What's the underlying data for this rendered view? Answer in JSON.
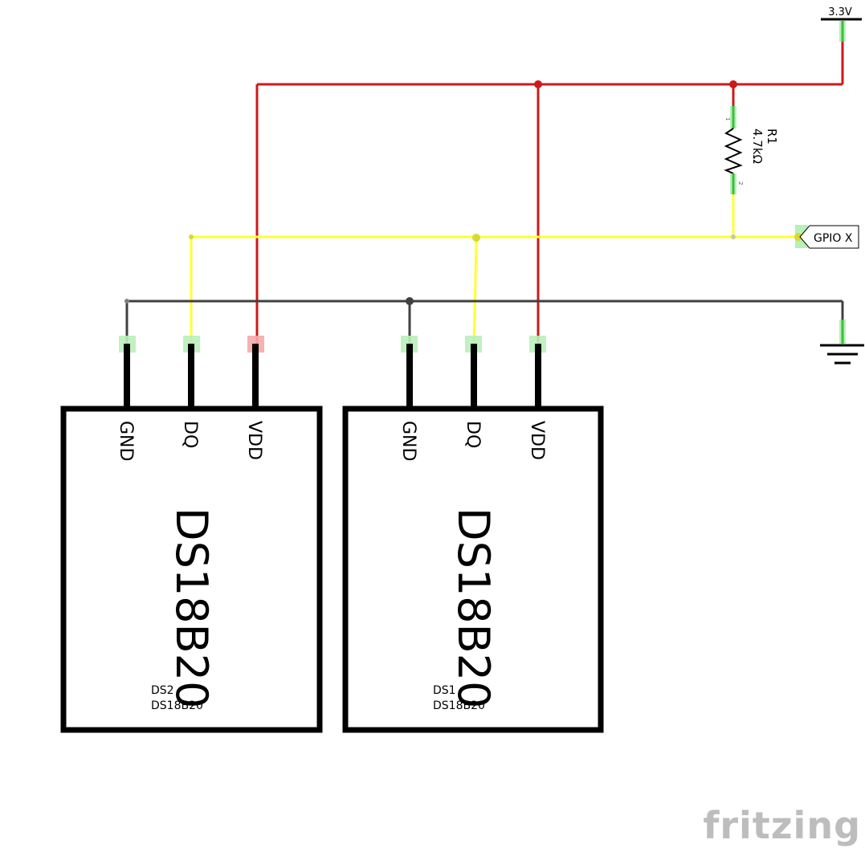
{
  "power": {
    "label": "3.3V"
  },
  "resistor": {
    "ref": "R1",
    "value": "4.7kΩ",
    "pin1": "1",
    "pin2": "2"
  },
  "gpio": {
    "label": "GPIO X"
  },
  "sensors": [
    {
      "ref": "DS2",
      "part": "DS18B20",
      "name": "DS18B20",
      "pins": [
        "GND",
        "DQ",
        "VDD"
      ]
    },
    {
      "ref": "DS1",
      "part": "DS18B20",
      "name": "DS18B20",
      "pins": [
        "GND",
        "DQ",
        "VDD"
      ]
    }
  ],
  "colors": {
    "vdd_wire": "#cc1a1a",
    "data_wire": "#ffff33",
    "gnd_wire": "#404040",
    "pin_ok": "#6ed66e",
    "pin_err": "#f06060"
  },
  "footer": {
    "brand": "fritzing"
  }
}
